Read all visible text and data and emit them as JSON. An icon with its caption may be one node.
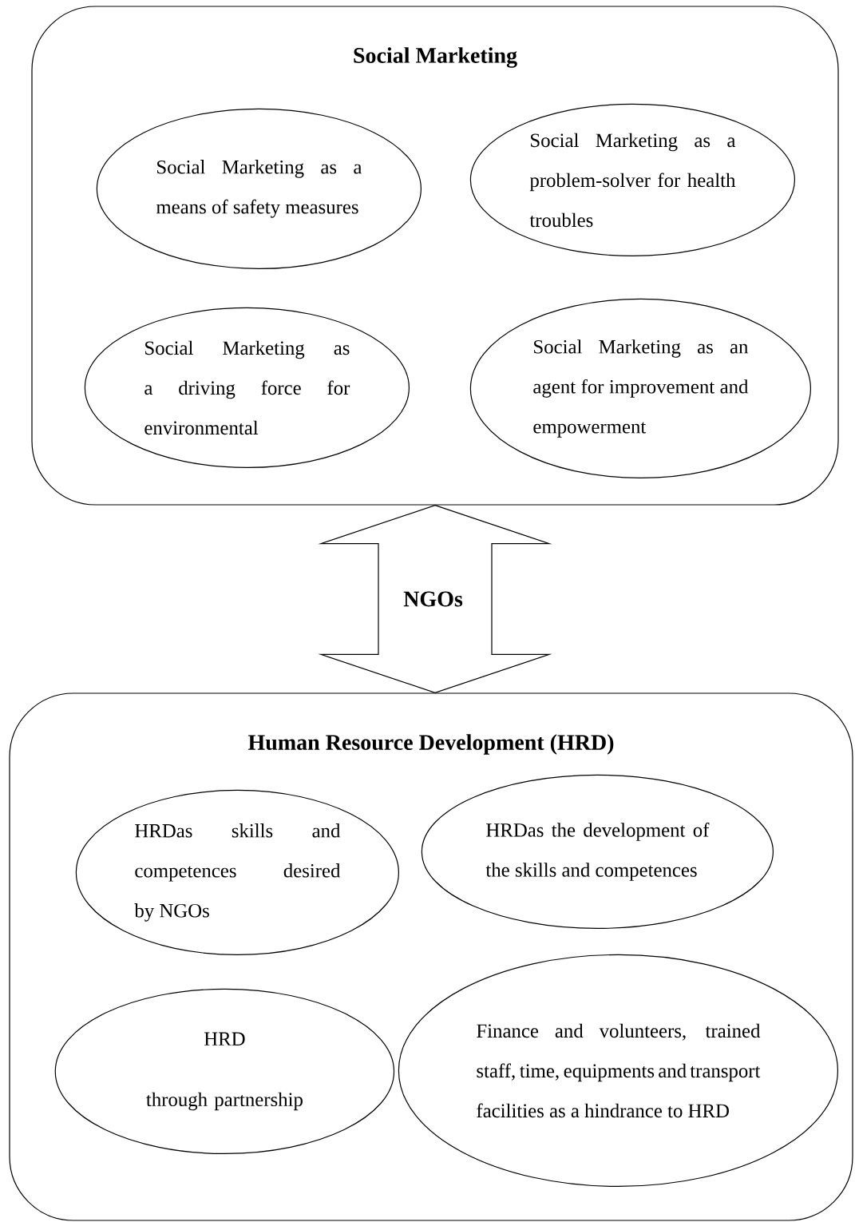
{
  "diagram": {
    "nodes": [
      {
        "text": [
          "Social Marketing"
        ]
      },
      {
        "text": [
          "Social Marketing as a means of safety measures"
        ],
        "in": 0
      },
      {
        "text": [
          "Social Marketing as a problem-solver for health troubles"
        ],
        "in": 0
      },
      {
        "text": [
          "Social Marketing as a driving force for environmental"
        ],
        "in": 0
      },
      {
        "text": [
          "Social Marketing as an agent for improvement and empowerment"
        ],
        "in": 0
      },
      {
        "text": [
          "Human Resource Development (HRD)"
        ]
      },
      {
        "text": [
          "HRDas skills and competences desired by NGOs"
        ],
        "in": 5
      },
      {
        "text": [
          "HRDas the development of the skills and competences"
        ],
        "in": 5
      },
      {
        "text": [
          "HRD",
          "through partnership"
        ],
        "in": 5
      },
      {
        "text": [
          "Finance and volunteers, trained staff, time, equipments and transport facilities as a hindrance to HRD"
        ],
        "in": 5
      }
    ],
    "edges": [
      {
        "from": 0,
        "to": 5,
        "arrow": "both",
        "label": "NGOs"
      }
    ]
  }
}
